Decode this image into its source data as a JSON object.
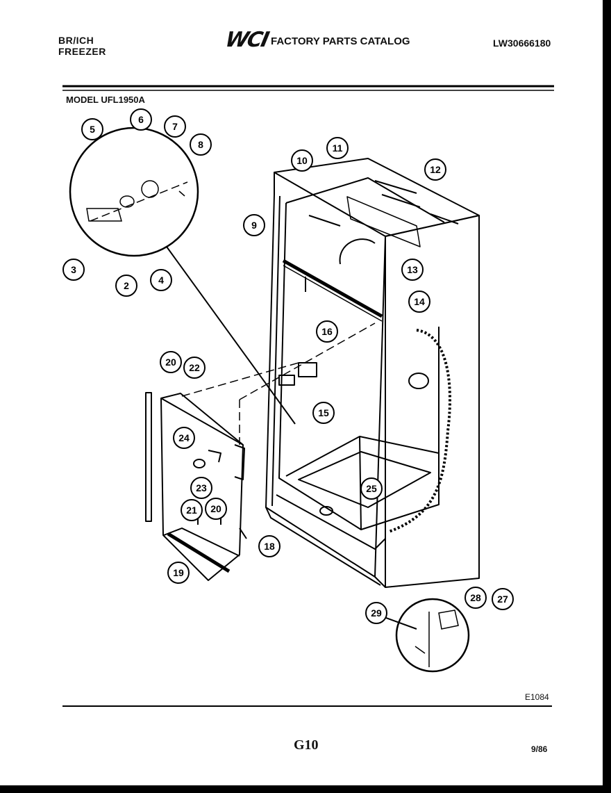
{
  "header": {
    "brand_line1": "BR/ICH",
    "brand_line2": "FREEZER",
    "logo": "WCI",
    "catalog_title": "FACTORY PARTS CATALOG",
    "doc_number": "LW30666180",
    "model": "MODEL UFL1950A"
  },
  "footer": {
    "figure_code": "E1084",
    "page": "G10",
    "date_code": "9/86"
  },
  "callouts": [
    "2",
    "3",
    "4",
    "5",
    "6",
    "7",
    "8",
    "9",
    "10",
    "11",
    "12",
    "13",
    "14",
    "15",
    "16",
    "18",
    "19",
    "20",
    "20",
    "21",
    "22",
    "23",
    "24",
    "25",
    "27",
    "28",
    "29"
  ]
}
